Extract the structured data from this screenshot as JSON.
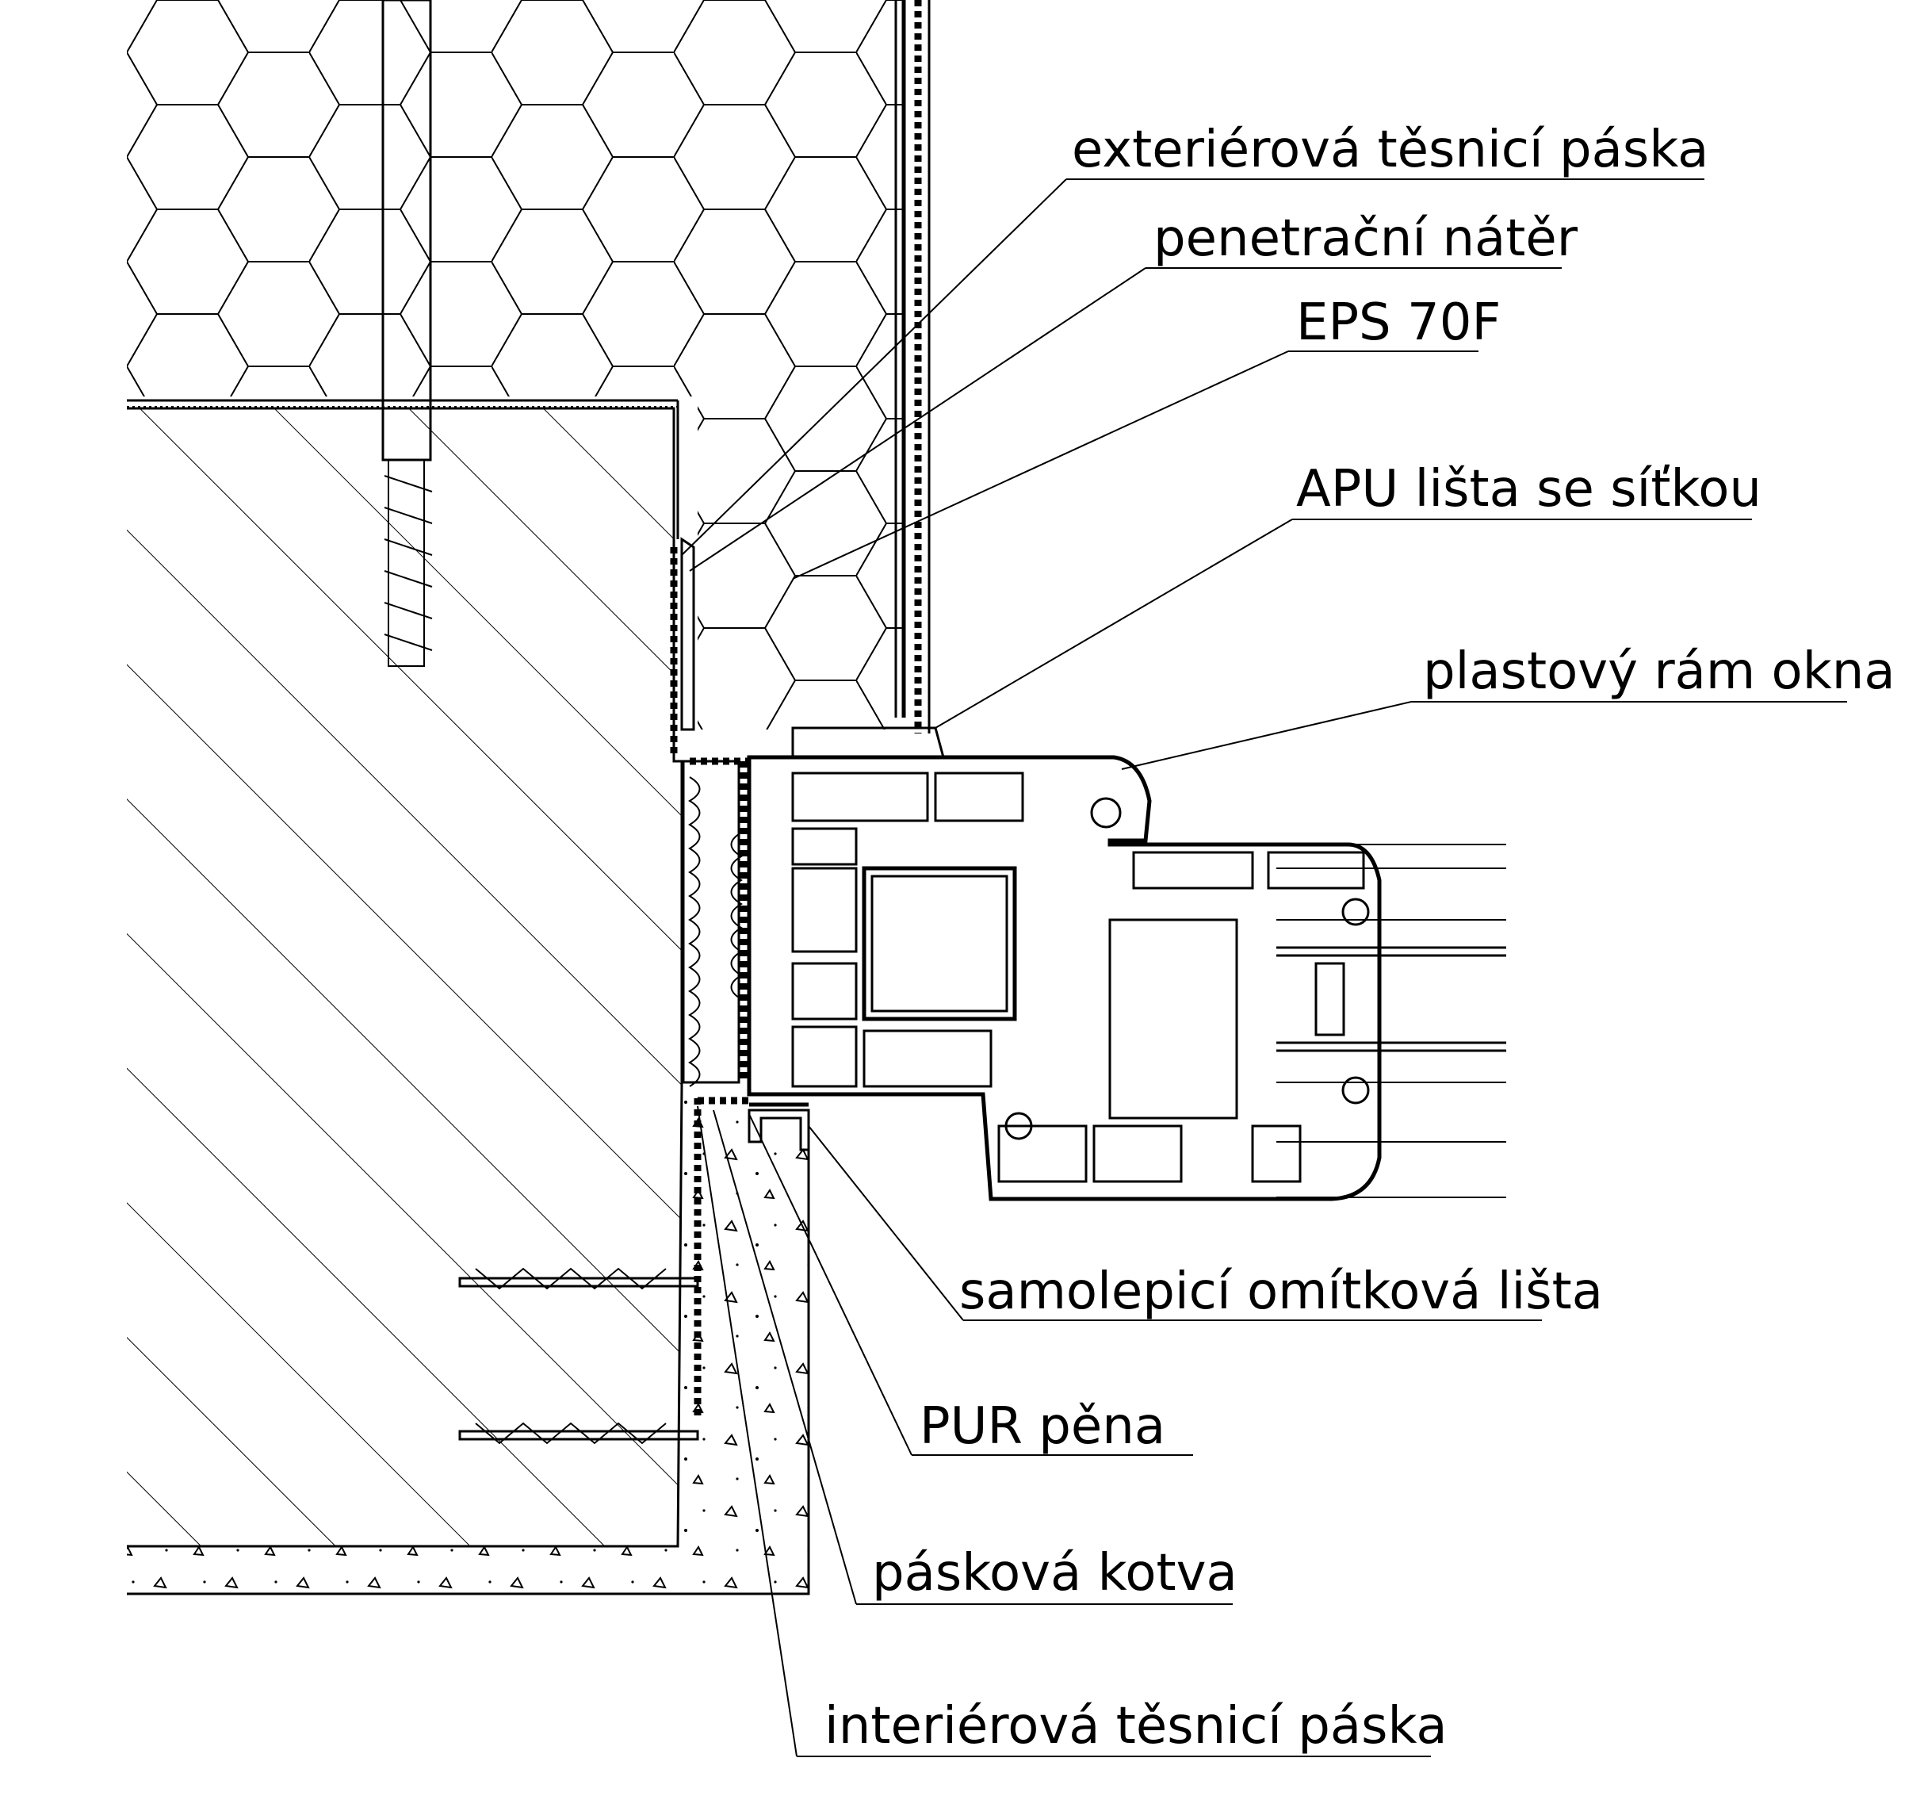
{
  "labels": {
    "exterior_tape": "exteriérová těsnicí páska",
    "penetration_coat": "penetrační nátěr",
    "eps": "EPS 70F",
    "apu_profile": "APU lišta se síťkou",
    "window_frame": "plastový rám okna",
    "plaster_profile": "samolepicí omítková lišta",
    "pur_foam": "PUR pěna",
    "strap_anchor": "pásková kotva",
    "interior_tape": "interiérová těsnicí páska"
  },
  "colors": {
    "line": "#000000",
    "background": "#ffffff"
  }
}
